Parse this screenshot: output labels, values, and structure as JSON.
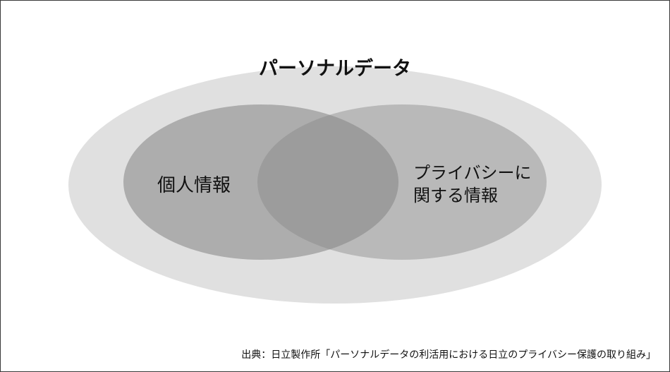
{
  "diagram": {
    "outer_label": "パーソナルデータ",
    "left_label": "個人情報",
    "right_label_lines": [
      "プライバシーに",
      "関する情報"
    ]
  },
  "source_caption": "出典：日立製作所「パーソナルデータの利活用における日立のプライバシー保護の取り組み」",
  "colors": {
    "outer_ellipse": "#e0e0e0",
    "left_ellipse": "#adadad",
    "right_ellipse": "#b9b9b9",
    "overlap": "#9c9c9c",
    "frame_border": "#3a3a3a",
    "text": "#111111"
  }
}
